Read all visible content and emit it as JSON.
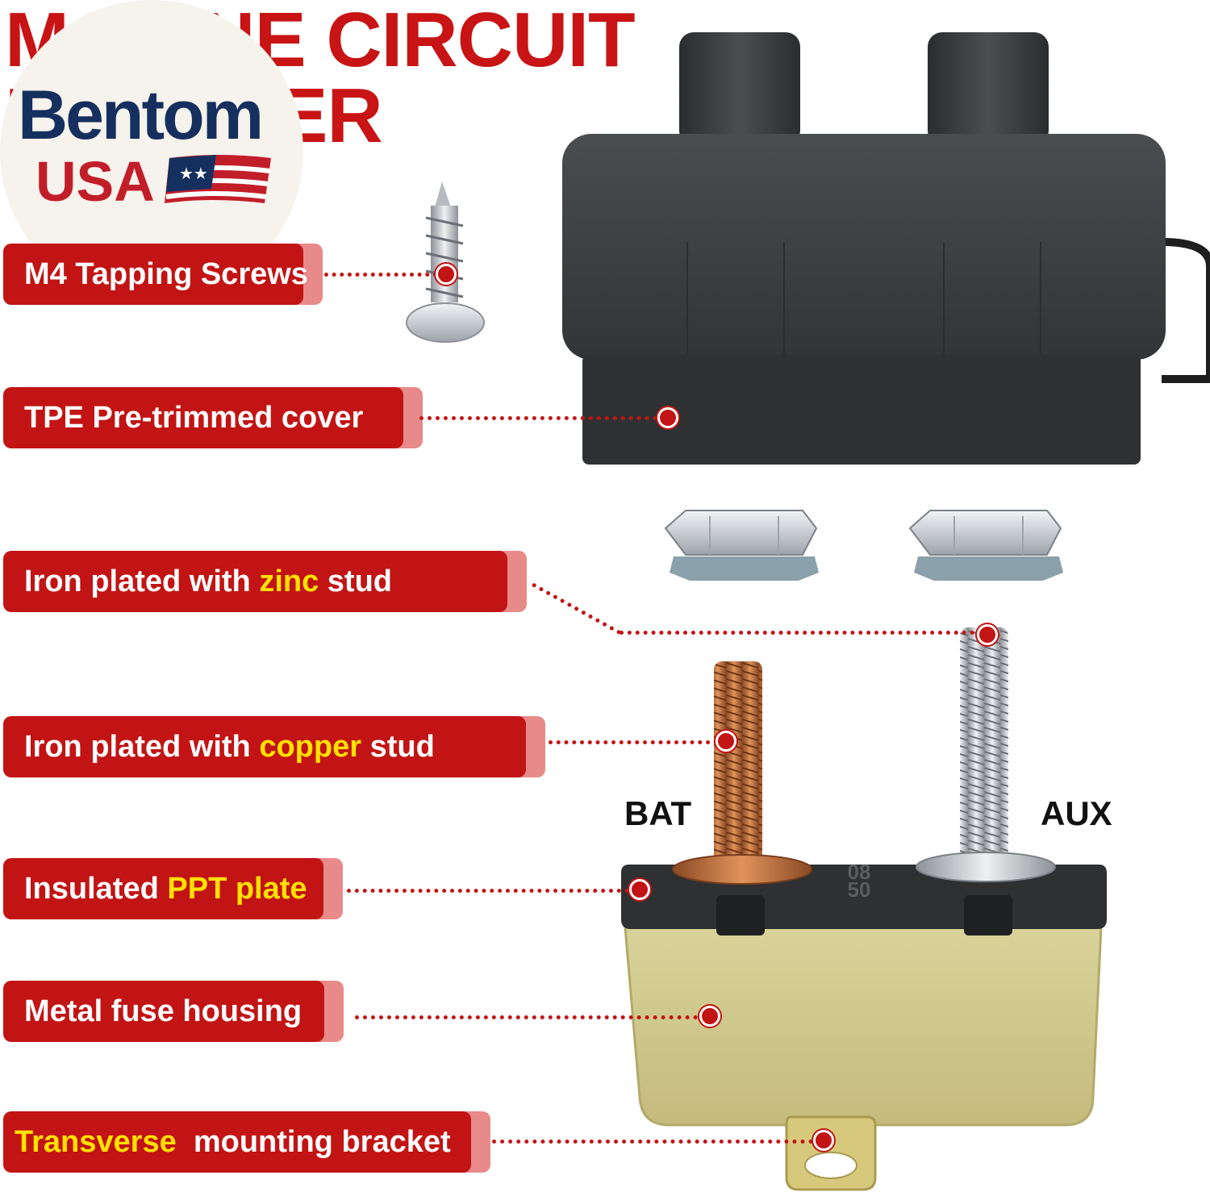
{
  "title": {
    "line1": "MARINE CIRCUIT",
    "line2": "BREAKER"
  },
  "logo": {
    "brand": "Bentom",
    "country": "USA"
  },
  "labels": [
    {
      "id": "screws",
      "text": "M4 Tapping Screws"
    },
    {
      "id": "cover",
      "text": "TPE Pre-trimmed cover"
    },
    {
      "id": "zinc",
      "pre": "Iron plated with ",
      "hl": "zinc",
      "post": " stud"
    },
    {
      "id": "copper",
      "pre": "Iron plated with ",
      "hl": "copper",
      "post": " stud"
    },
    {
      "id": "ppt",
      "pre": "Insulated ",
      "hl": "PPT plate",
      "post": ""
    },
    {
      "id": "housing",
      "text": "Metal fuse housing"
    },
    {
      "id": "bracket",
      "hl": "Transverse",
      "post": "  mounting bracket"
    }
  ],
  "terminals": {
    "left": "BAT",
    "right": "AUX"
  },
  "plate_marking": {
    "top": "08",
    "bottom": "50"
  },
  "colors": {
    "accent": "#c21414",
    "highlight": "#ffe100",
    "cover": "#3a3d3f"
  }
}
